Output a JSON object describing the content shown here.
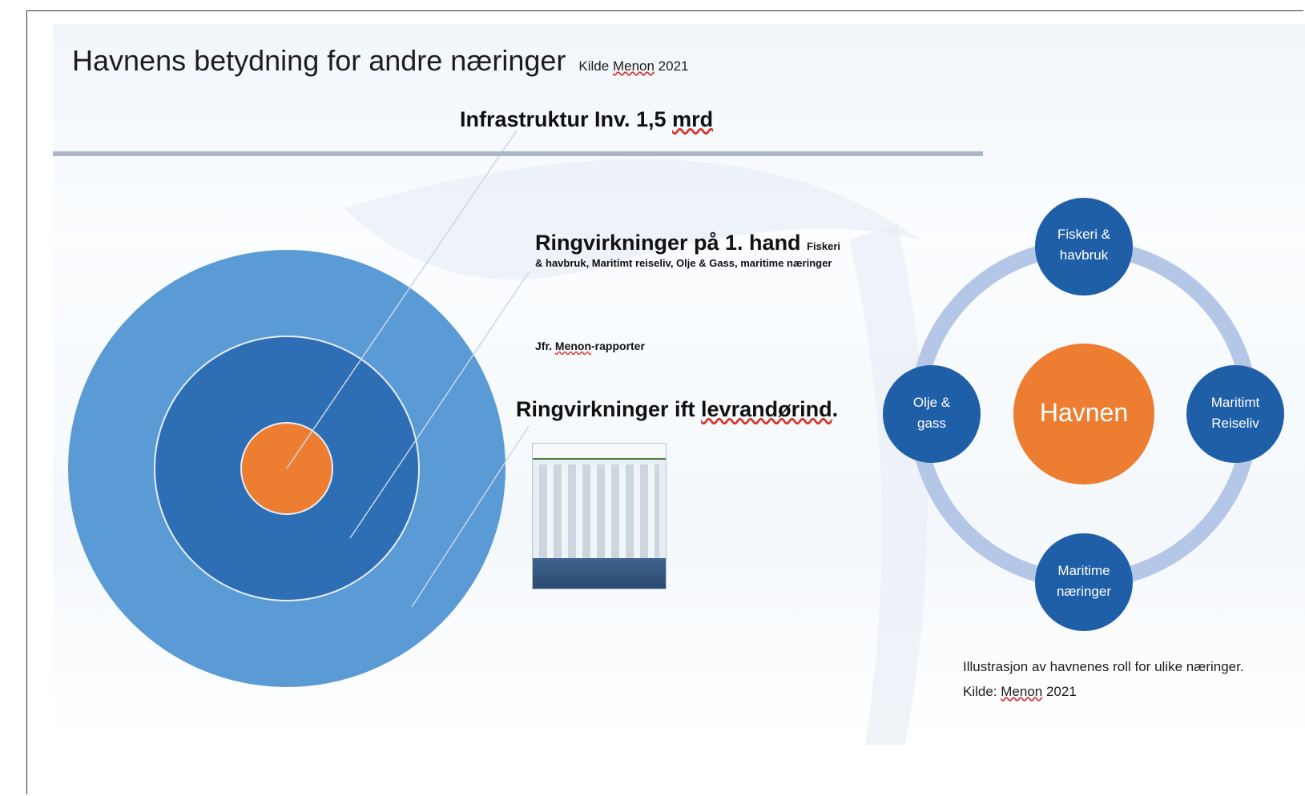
{
  "slide": {
    "title": "Havnens betydning for andre næringer",
    "title_source_prefix": "Kilde",
    "title_source_name": "Menon",
    "title_source_year": "2021",
    "heading_main": "Infrastruktur Inv. 1,5 ",
    "heading_unit": "mrd"
  },
  "rings": {
    "first_hand_title": "Ringvirkninger på 1. hand",
    "first_hand_detail_inline": "Fiskeri",
    "first_hand_detail": "& havbruk, Maritimt reiseliv, Olje & Gass, maritime næringer",
    "jfr_prefix": "Jfr. ",
    "jfr_name": "Menon",
    "jfr_suffix": "-rapporter",
    "supplier_title_prefix": "Ringvirkninger ift ",
    "supplier_title_word": "levrandørind",
    "supplier_title_end": "."
  },
  "cycle": {
    "hub": "Havnen",
    "node_top_line1": "Fiskeri &",
    "node_top_line2": "havbruk",
    "node_right_line1": "Maritimt",
    "node_right_line2": "Reiseliv",
    "node_bottom_line1": "Maritime",
    "node_bottom_line2": "næringer",
    "node_left_line1": "Olje &",
    "node_left_line2": "gass",
    "caption_line1": "Illustrasjon av havnenes roll for ulike næringer.",
    "caption_line2_prefix": "Kilde: ",
    "caption_line2_name": "Menon",
    "caption_line2_year": " 2021"
  },
  "colors": {
    "outer_ring": "#5b9bd5",
    "middle_ring": "#2e6eb5",
    "core": "#ed7d31",
    "node": "#1f5fa8",
    "cycle_ring": "#b4c7e7"
  }
}
